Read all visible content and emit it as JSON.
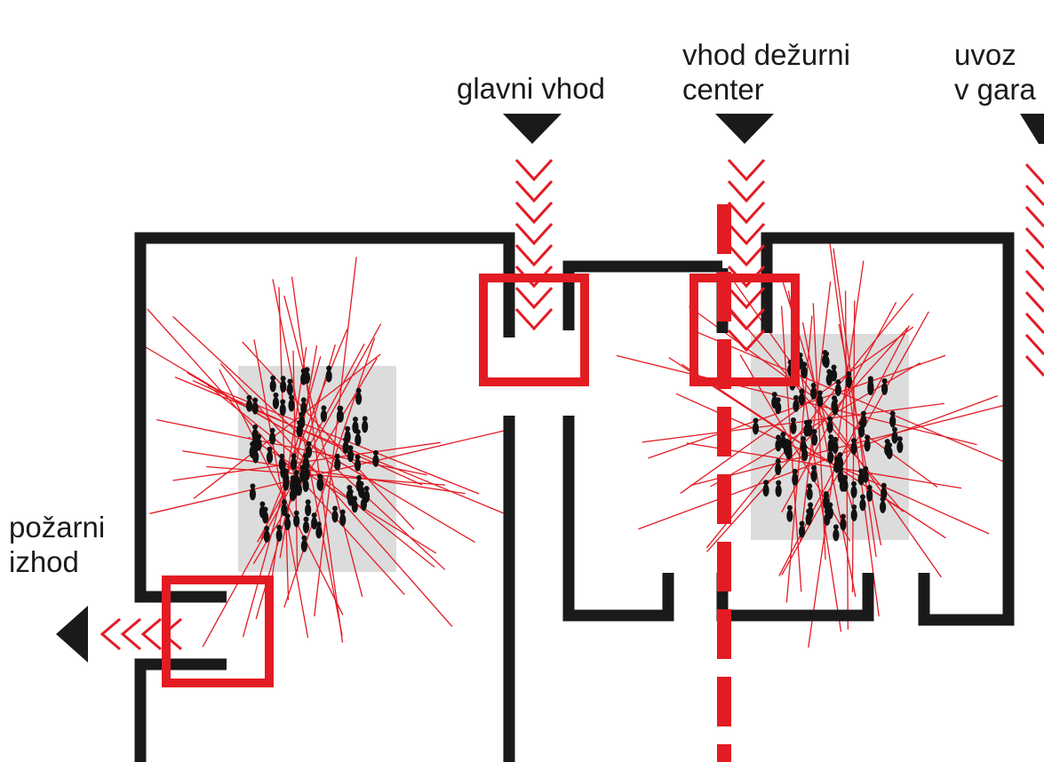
{
  "labels": {
    "main_entrance": "glavni vhod",
    "duty_center_line1": "vhod dežurni",
    "duty_center_line2": "center",
    "garage_line1": "uvoz",
    "garage_line2": "v gara",
    "fire_exit_line1": "požarni",
    "fire_exit_line2": "izhod"
  },
  "colors": {
    "walls": "#1a1a1a",
    "accent_red": "#e31b23",
    "crowd_area": "#dcdcdc",
    "people": "#111111"
  },
  "icons": [
    "entrance-marker-icon",
    "chevron-arrow-icon",
    "exit-marker-icon",
    "person-figure-icon"
  ]
}
